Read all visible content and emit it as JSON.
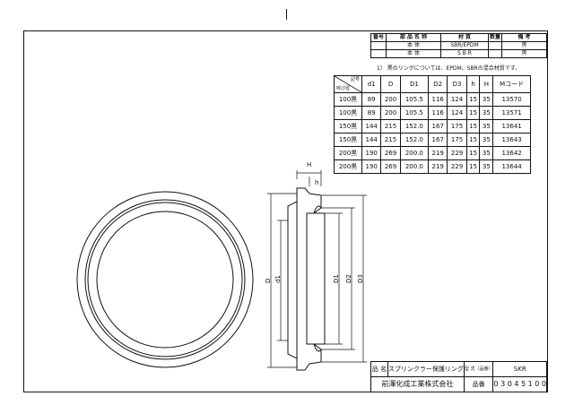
{
  "parts_table": {
    "headers": [
      "番号",
      "部 品 名 称",
      "材 質",
      "数量",
      "備 考"
    ],
    "rows": [
      [
        "",
        "本 体",
        "SBR/EPDM",
        "",
        "黒"
      ],
      [
        "",
        "本 体",
        "S B R",
        "",
        "黒"
      ]
    ]
  },
  "note": "1） 黒のリングについては、EPDM、SBRの混合材質です。",
  "dim_table": {
    "corner_top": "記号",
    "corner_bottom": "呼び径",
    "headers": [
      "d1",
      "D",
      "D1",
      "D2",
      "D3",
      "h",
      "H",
      "Mコード"
    ],
    "rows": [
      [
        "100黒",
        "89",
        "200",
        "105.5",
        "116",
        "124",
        "15",
        "35",
        "13570"
      ],
      [
        "100黒",
        "89",
        "200",
        "105.5",
        "116",
        "124",
        "15",
        "35",
        "13571"
      ],
      [
        "150黒",
        "144",
        "215",
        "152.0",
        "167",
        "175",
        "15",
        "35",
        "13641"
      ],
      [
        "150黒",
        "144",
        "215",
        "152.0",
        "167",
        "175",
        "15",
        "35",
        "13643"
      ],
      [
        "200黒",
        "190",
        "269",
        "200.0",
        "219",
        "229",
        "15",
        "35",
        "13642"
      ],
      [
        "200黒",
        "190",
        "269",
        "200.0",
        "219",
        "229",
        "15",
        "35",
        "13644"
      ]
    ]
  },
  "drawing_labels": {
    "H": "H",
    "h": "h",
    "D": "D",
    "d1": "d1",
    "D1": "D1",
    "D2": "D2",
    "D3": "D3"
  },
  "title_block": {
    "name_label": "品 名",
    "name_value": "スプリンクラー保護リング",
    "model_label": "型 式（品番）",
    "model_value": "SKR",
    "company": "前澤化成工業株式会社",
    "code_label": "品番",
    "code_value": "0 3 0 4 5 1 0 0"
  }
}
